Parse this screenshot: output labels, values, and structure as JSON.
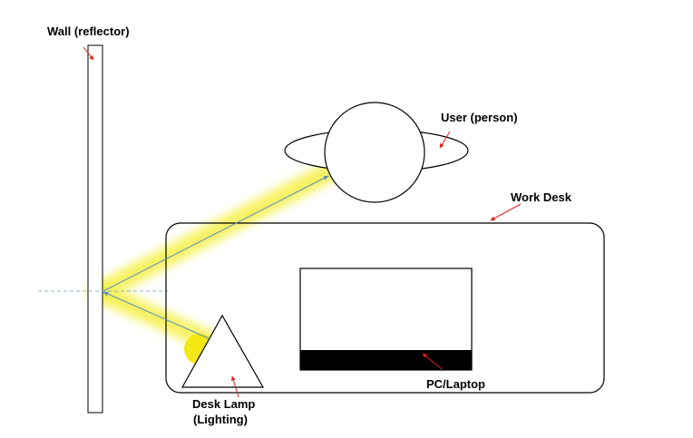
{
  "labels": {
    "wall": "Wall (reflector)",
    "user": "User (person)",
    "desk": "Work Desk",
    "pc": "PC/Laptop",
    "lamp_line1": "Desk Lamp",
    "lamp_line2": "(Lighting)"
  },
  "colors": {
    "outline": "#000000",
    "light_glow": "#f4f04a",
    "lamp_bulb": "#f2e600",
    "light_ray": "#5b8fc0",
    "normal_line": "#8fb4dc",
    "pointer_arrow": "#e02020",
    "screen_base": "#000000"
  }
}
